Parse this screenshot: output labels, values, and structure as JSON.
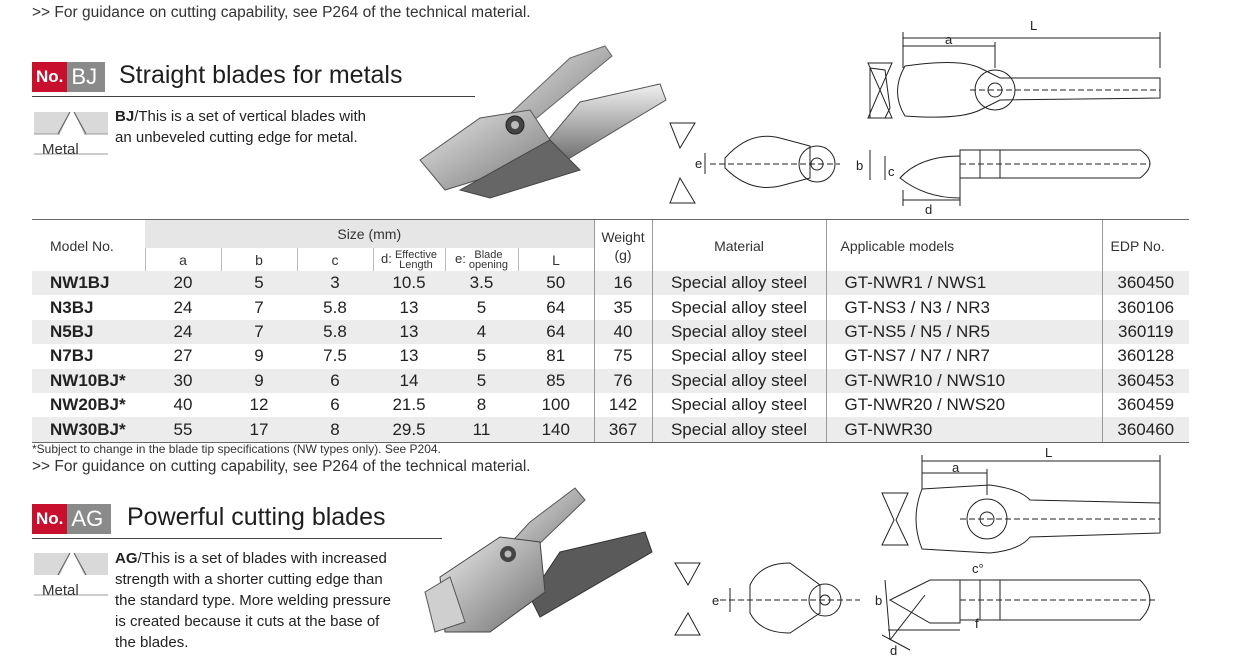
{
  "guidance_text": ">> For guidance on cutting capability, see P264 of the technical material.",
  "section_bj": {
    "no": "No.",
    "code": "BJ",
    "title": "Straight blades for metals",
    "desc_code": "BJ",
    "desc_line1": "/This is a set of vertical blades with",
    "desc_line2": "an unbeveled cutting edge for metal.",
    "material_label": "Metal"
  },
  "section_ag": {
    "no": "No.",
    "code": "AG",
    "title": "Powerful cutting blades",
    "desc_code": "AG",
    "desc_line1": "/This is a set of blades with increased",
    "desc_line2": "strength with a shorter cutting edge than",
    "desc_line3": "the standard type. More welding pressure",
    "desc_line4": "is created because it cuts at the base of",
    "desc_line5": "the blades.",
    "material_label": "Metal"
  },
  "table": {
    "headers": {
      "model": "Model No.",
      "size": "Size (mm)",
      "a": "a",
      "b": "b",
      "c": "c",
      "d_prefix": "d:",
      "d_line1": "Effective",
      "d_line2": "Length",
      "e_prefix": "e:",
      "e_line1": "Blade",
      "e_line2": "opening",
      "L": "L",
      "weight_line1": "Weight",
      "weight_line2": "(g)",
      "material": "Material",
      "applicable": "Applicable models",
      "edp": "EDP No."
    },
    "rows": [
      {
        "model": "NW1BJ",
        "a": "20",
        "b": "5",
        "c": "3",
        "d": "10.5",
        "e": "3.5",
        "L": "50",
        "weight": "16",
        "material": "Special alloy steel",
        "applicable": "GT-NWR1 / NWS1",
        "edp": "360450"
      },
      {
        "model": "N3BJ",
        "a": "24",
        "b": "7",
        "c": "5.8",
        "d": "13",
        "e": "5",
        "L": "64",
        "weight": "35",
        "material": "Special alloy steel",
        "applicable": "GT-NS3 / N3 / NR3",
        "edp": "360106"
      },
      {
        "model": "N5BJ",
        "a": "24",
        "b": "7",
        "c": "5.8",
        "d": "13",
        "e": "4",
        "L": "64",
        "weight": "40",
        "material": "Special alloy steel",
        "applicable": "GT-NS5 / N5 / NR5",
        "edp": "360119"
      },
      {
        "model": "N7BJ",
        "a": "27",
        "b": "9",
        "c": "7.5",
        "d": "13",
        "e": "5",
        "L": "81",
        "weight": "75",
        "material": "Special alloy steel",
        "applicable": "GT-NS7 / N7 / NR7",
        "edp": "360128"
      },
      {
        "model": "NW10BJ*",
        "a": "30",
        "b": "9",
        "c": "6",
        "d": "14",
        "e": "5",
        "L": "85",
        "weight": "76",
        "material": "Special alloy steel",
        "applicable": "GT-NWR10 / NWS10",
        "edp": "360453"
      },
      {
        "model": "NW20BJ*",
        "a": "40",
        "b": "12",
        "c": "6",
        "d": "21.5",
        "e": "8",
        "L": "100",
        "weight": "142",
        "material": "Special alloy steel",
        "applicable": "GT-NWR20 / NWS20",
        "edp": "360459"
      },
      {
        "model": "NW30BJ*",
        "a": "55",
        "b": "17",
        "c": "8",
        "d": "29.5",
        "e": "11",
        "L": "140",
        "weight": "367",
        "material": "Special alloy steel",
        "applicable": "GT-NWR30",
        "edp": "360460"
      }
    ]
  },
  "footnote": "*Subject to change in the blade tip specifications (NW types only). See P204.",
  "diagram_bj_labels": {
    "L": "L",
    "a": "a",
    "b": "b",
    "c": "c",
    "d": "d",
    "e": "e"
  },
  "diagram_ag_labels": {
    "L": "L",
    "a": "a",
    "b": "b",
    "c": "c°",
    "d": "d",
    "e": "e",
    "f": "f"
  }
}
